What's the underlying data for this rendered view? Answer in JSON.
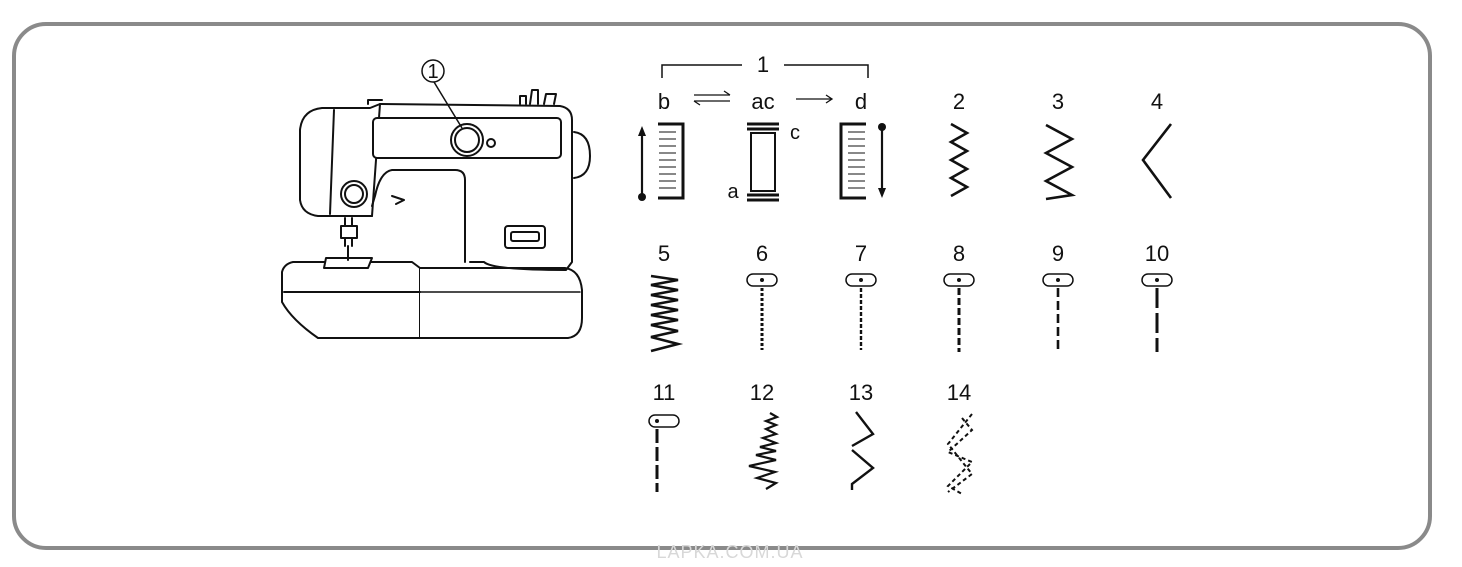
{
  "callout": "1",
  "group_label": "1",
  "buttonhole_labels": {
    "b": "b",
    "ac": "ac",
    "d": "d",
    "a": "a",
    "c": "c"
  },
  "stitches": [
    {
      "num": "2",
      "kind": "zigzag-narrow"
    },
    {
      "num": "3",
      "kind": "zigzag-medium"
    },
    {
      "num": "4",
      "kind": "zigzag-wide"
    },
    {
      "num": "5",
      "kind": "zigzag-satin"
    },
    {
      "num": "6",
      "kind": "straight-short"
    },
    {
      "num": "7",
      "kind": "straight-short2"
    },
    {
      "num": "8",
      "kind": "straight-medium"
    },
    {
      "num": "9",
      "kind": "straight-long"
    },
    {
      "num": "10",
      "kind": "straight-longer"
    },
    {
      "num": "11",
      "kind": "straight-longest"
    },
    {
      "num": "12",
      "kind": "multi-zigzag"
    },
    {
      "num": "13",
      "kind": "blind-hem"
    },
    {
      "num": "14",
      "kind": "stretch-zigzag"
    }
  ],
  "watermark": "LAPKA.COM.UA"
}
